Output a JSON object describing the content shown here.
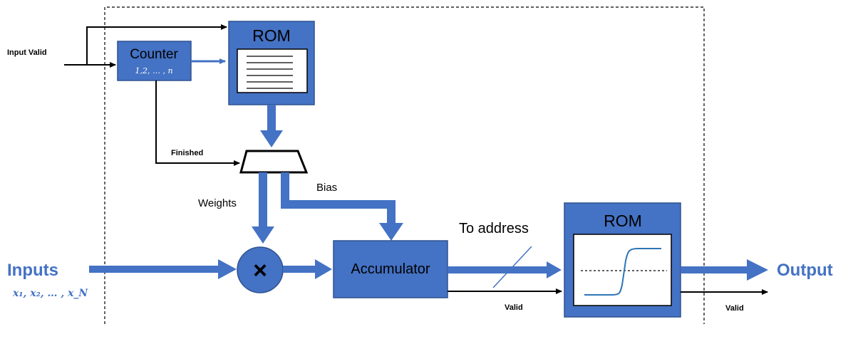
{
  "labels": {
    "input_valid": "Input Valid",
    "counter_title": "Counter",
    "counter_sequence": "1,2, … , n",
    "rom_top_title": "ROM",
    "finished": "Finished",
    "weights": "Weights",
    "bias": "Bias",
    "multiply_symbol": "×",
    "accumulator": "Accumulator",
    "to_address": "To address",
    "rom_bottom_title": "ROM",
    "valid_mid": "Valid",
    "valid_right": "Valid",
    "inputs": "Inputs",
    "inputs_symbols": "x₁, x₂, … , x_N",
    "output": "Output"
  },
  "colors": {
    "block_fill": "#4472C4",
    "block_border": "#2F528F",
    "arrow_blue": "#4472C4",
    "text_blue": "#4472C4",
    "wire_black": "#000000",
    "sigmoid_curve": "#2E75B6"
  }
}
